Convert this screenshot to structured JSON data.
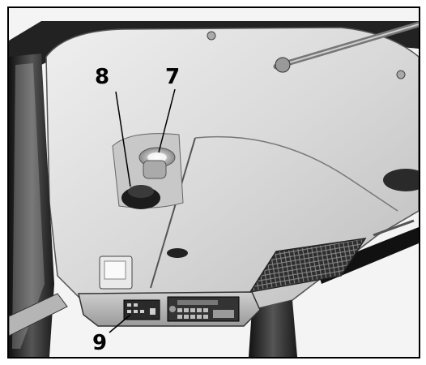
{
  "figure": {
    "callouts": {
      "label_7": "7",
      "label_8": "8",
      "label_9": "9"
    }
  },
  "colors": {
    "frame": "#000000",
    "headliner": "#d6d6d6",
    "pillar": "#2a2a2a",
    "grille": "#3a3a3a"
  },
  "icon_names": [
    "dome-light",
    "spot-light",
    "switch-panel",
    "radio-unit",
    "speaker-grille"
  ]
}
